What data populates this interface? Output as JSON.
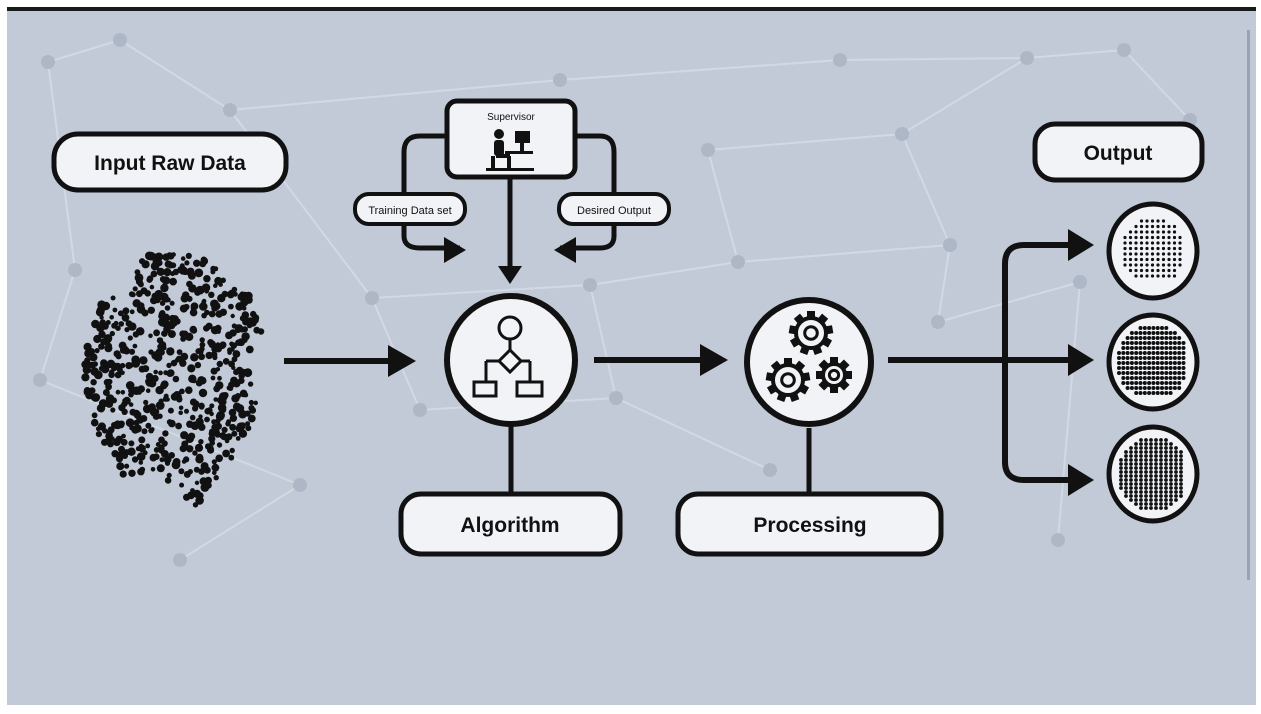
{
  "diagram": {
    "nodes": {
      "input": "Input Raw Data",
      "supervisor": "Supervisor",
      "training": "Training Data set",
      "desired": "Desired Output",
      "algorithm": "Algorithm",
      "processing": "Processing",
      "output": "Output"
    },
    "icons": {
      "raw_data": "scatter-cloud-icon",
      "supervisor": "person-at-computer-icon",
      "algorithm": "flowchart-icon",
      "processing": "gears-icon",
      "output_1": "dot-grid-circle-icon",
      "output_2": "dot-rows-circle-icon",
      "output_3": "dot-columns-circle-icon"
    },
    "colors": {
      "background": "#c2cad8",
      "ink": "#111111",
      "box_fill": "#f1f3f7",
      "network_lines": "#d7dde7",
      "network_nodes": "#aeb7c6"
    }
  }
}
